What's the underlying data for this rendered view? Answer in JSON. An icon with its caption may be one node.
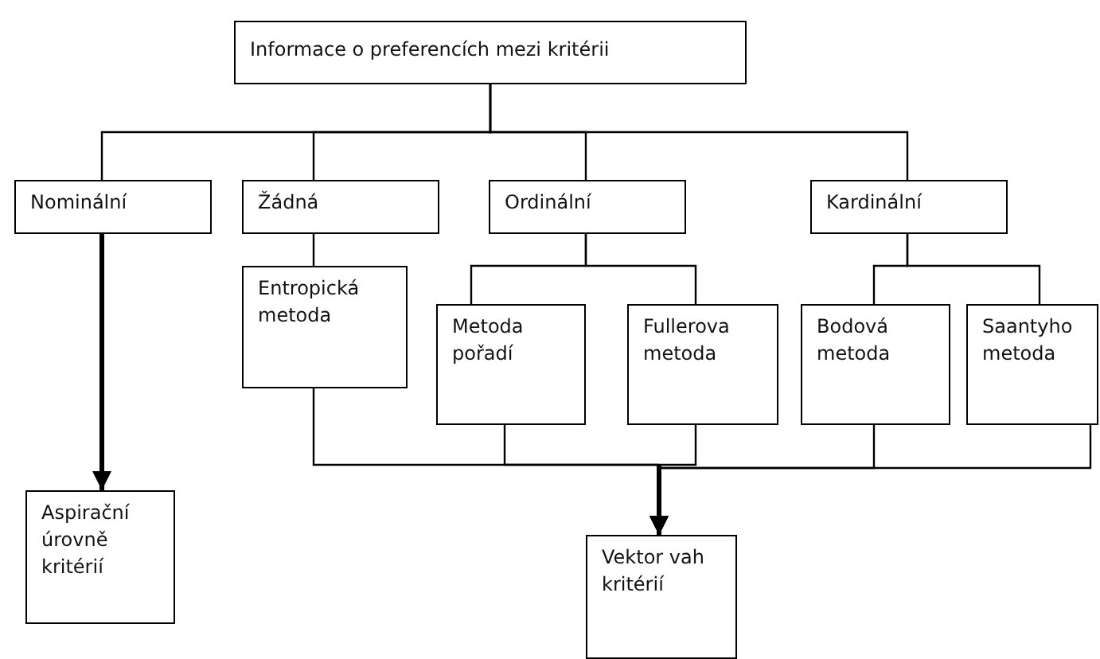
{
  "diagram": {
    "nodes": [
      {
        "text": [
          "Informace o preferencích mezi kritérii"
        ]
      },
      {
        "text": [
          "Nominální"
        ]
      },
      {
        "text": [
          "Žádná"
        ]
      },
      {
        "text": [
          "Ordinální"
        ]
      },
      {
        "text": [
          "Kardinální"
        ]
      },
      {
        "text": [
          "Entropická metoda"
        ]
      },
      {
        "text": [
          "Metoda pořadí"
        ]
      },
      {
        "text": [
          "Fullerova metoda"
        ]
      },
      {
        "text": [
          "Bodová metoda"
        ]
      },
      {
        "text": [
          "Saantyho metoda"
        ]
      },
      {
        "text": [
          "Aspirační úrovně kritérií"
        ]
      },
      {
        "text": [
          "Vektor vah kritérií"
        ]
      }
    ],
    "edges": [
      {
        "from": 0,
        "to": 1,
        "arrow": "none"
      },
      {
        "from": 0,
        "to": 2,
        "arrow": "none"
      },
      {
        "from": 0,
        "to": 3,
        "arrow": "none"
      },
      {
        "from": 0,
        "to": 4,
        "arrow": "none"
      },
      {
        "from": 2,
        "to": 5,
        "arrow": "none"
      },
      {
        "from": 3,
        "to": 6,
        "arrow": "none"
      },
      {
        "from": 3,
        "to": 7,
        "arrow": "none"
      },
      {
        "from": 4,
        "to": 8,
        "arrow": "none"
      },
      {
        "from": 4,
        "to": 9,
        "arrow": "none"
      },
      {
        "from": 1,
        "to": 10,
        "arrow": "to",
        "style": "thick"
      },
      {
        "from": 5,
        "to": 11,
        "arrow": "to"
      },
      {
        "from": 6,
        "to": 11,
        "arrow": "to"
      },
      {
        "from": 7,
        "to": 11,
        "arrow": "to"
      },
      {
        "from": 8,
        "to": 11,
        "arrow": "to"
      },
      {
        "from": 9,
        "to": 11,
        "arrow": "to"
      }
    ]
  }
}
